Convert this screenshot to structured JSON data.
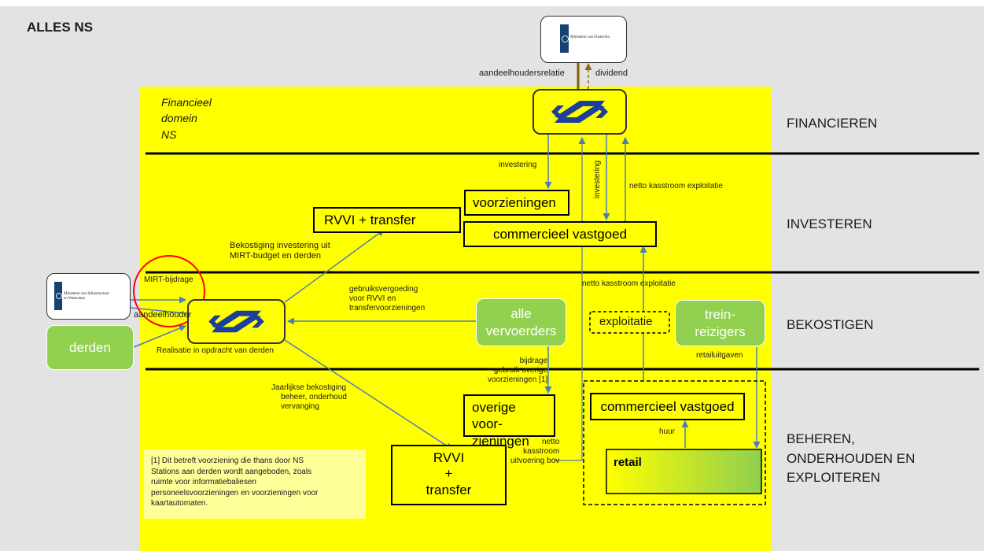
{
  "title": "ALLES NS",
  "zone_label": [
    "Financieel",
    "domein",
    "NS"
  ],
  "domains": {
    "financieren": "FINANCIEREN",
    "investeren": "INVESTEREN",
    "bekostigen": "BEKOSTIGEN",
    "beheren": [
      "BEHEREN,",
      "ONDERHOUDEN EN",
      "EXPLOITEREN"
    ]
  },
  "logos": {
    "financien": "Ministerie van Financiën",
    "ienw": [
      "Ministerie van Infrastructuur",
      "en Waterstaat"
    ]
  },
  "nodes": {
    "voorzieningen": "voorzieningen",
    "rvvi_transfer_top": "RVVI + transfer",
    "commercieel_vastgoed_top": "commercieel vastgoed",
    "alle_vervoerders": [
      "alle",
      "vervoerders"
    ],
    "exploitatie": "exploitatie",
    "treinreizigers": [
      "trein-",
      "reizigers"
    ],
    "derden": "derden",
    "overige_voorzieningen": [
      "overige voor-",
      "zieningen [1]"
    ],
    "commercieel_vastgoed_bottom": "commercieel vastgoed",
    "retail": "retail",
    "rvvi_transfer_bottom": [
      "RVVI",
      "+",
      "transfer"
    ]
  },
  "edge_labels": {
    "aandeelhoudersrelatie": "aandeelhoudersrelatie",
    "dividend": "dividend",
    "investering_left": "investering",
    "investering_vertical": "investering",
    "netto_kasstroom_top": "netto kasstroom exploitatie",
    "bekostiging_investering": [
      "Bekostiging investering uit",
      "MIRT-budget en derden"
    ],
    "mirt_bijdrage": "MIRT-bijdrage",
    "aandeelhouder": "aandeelhouder",
    "gebruiksvergoeding": [
      "gebruiksvergoeding",
      "voor RVVI en",
      "transfervoorzieningen"
    ],
    "netto_kasstroom_mid": "netto kasstroom exploitatie",
    "realisatie": "Realisatie in opdracht van derden",
    "retailuitgaven": "retailuitgaven",
    "bijdrage": [
      "bijdrage",
      "gebruik overige",
      "voorzieningen [1]"
    ],
    "jaarlijkse": [
      "Jaarlijkse bekostiging",
      "beheer, onderhoud",
      "vervanging"
    ],
    "huur": "huur",
    "netto_kasstroom_bov": [
      "netto",
      "kasstroom",
      "uitvoering bov"
    ]
  },
  "footnote": [
    "[1] Dit betreft voorziening die thans door NS",
    "Stations aan derden wordt aangeboden, zoals",
    "ruimte voor informatiebaliesen",
    "personeelsvoorzieningen en voorzieningen voor",
    "kaartautomaten."
  ],
  "colors": {
    "background": "#e3e3e3",
    "zone": "#ffff00",
    "green": "#92d050",
    "arrow": "#4a7ebb",
    "ns_blue": "#1b3f9a",
    "highlight_circle": "#ff0000",
    "footnote_bg": "#ffff99"
  }
}
